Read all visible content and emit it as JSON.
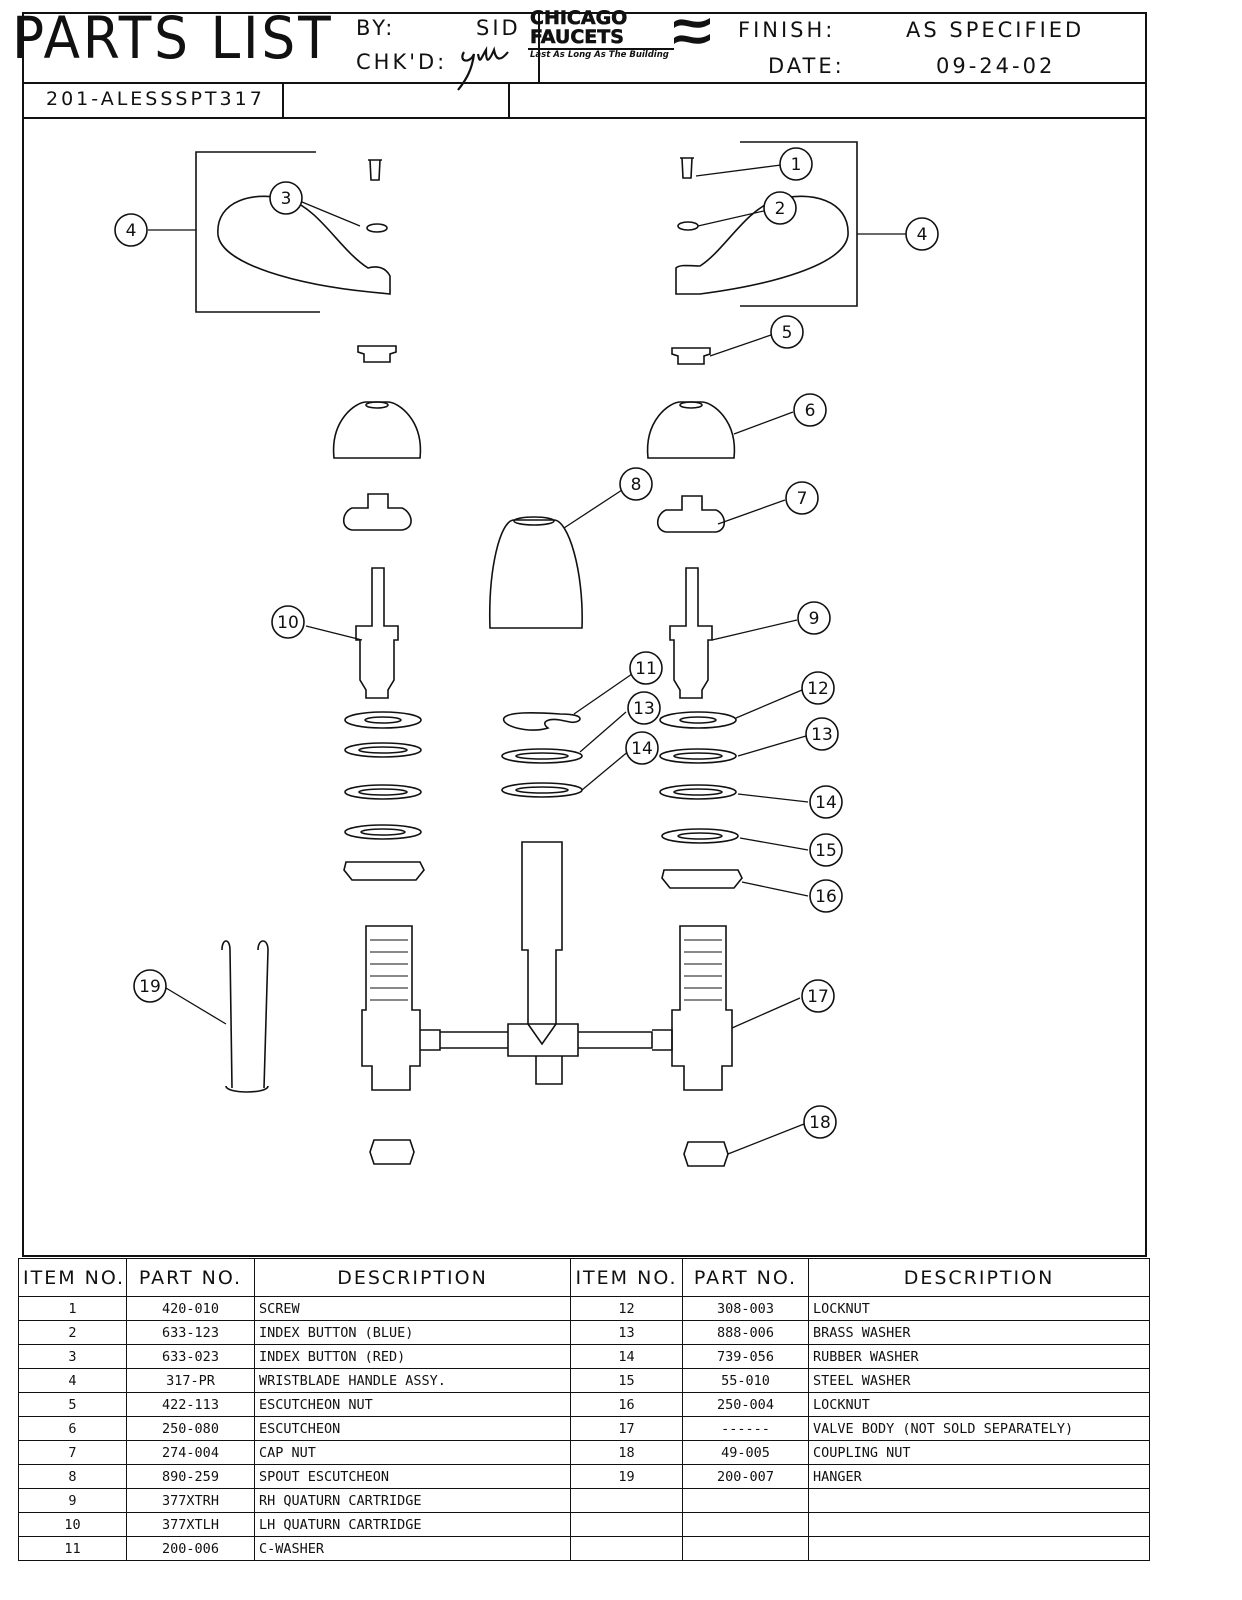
{
  "header": {
    "title": "PARTS LIST",
    "by_label": "BY:",
    "by_value": "SID",
    "chkd_label": "CHK'D:",
    "company_line1": "CHICAGO",
    "company_line2": "FAUCETS",
    "company_tagline": "Last As Long As The Building",
    "finish_label": "FINISH:",
    "finish_value": "AS SPECIFIED",
    "date_label": "DATE:",
    "date_value": "09-24-02",
    "model_number": "201-ALESSSPT317"
  },
  "callouts": [
    "1",
    "2",
    "3",
    "4",
    "4",
    "5",
    "6",
    "7",
    "8",
    "9",
    "10",
    "11",
    "12",
    "13",
    "13",
    "14",
    "14",
    "15",
    "16",
    "17",
    "18",
    "19"
  ],
  "table": {
    "headers": [
      "ITEM NO.",
      "PART NO.",
      "DESCRIPTION",
      "ITEM NO.",
      "PART NO.",
      "DESCRIPTION"
    ],
    "left_rows": [
      {
        "item": "1",
        "part": "420-010",
        "desc": "SCREW"
      },
      {
        "item": "2",
        "part": "633-123",
        "desc": "INDEX BUTTON (BLUE)"
      },
      {
        "item": "3",
        "part": "633-023",
        "desc": "INDEX BUTTON (RED)"
      },
      {
        "item": "4",
        "part": "317-PR",
        "desc": "WRISTBLADE HANDLE ASSY."
      },
      {
        "item": "5",
        "part": "422-113",
        "desc": "ESCUTCHEON NUT"
      },
      {
        "item": "6",
        "part": "250-080",
        "desc": "ESCUTCHEON"
      },
      {
        "item": "7",
        "part": "274-004",
        "desc": "CAP NUT"
      },
      {
        "item": "8",
        "part": "890-259",
        "desc": "SPOUT ESCUTCHEON"
      },
      {
        "item": "9",
        "part": "377XTRH",
        "desc": "RH QUATURN CARTRIDGE"
      },
      {
        "item": "10",
        "part": "377XTLH",
        "desc": "LH QUATURN CARTRIDGE"
      },
      {
        "item": "11",
        "part": "200-006",
        "desc": "C-WASHER"
      }
    ],
    "right_rows": [
      {
        "item": "12",
        "part": "308-003",
        "desc": "LOCKNUT"
      },
      {
        "item": "13",
        "part": "888-006",
        "desc": "BRASS WASHER"
      },
      {
        "item": "14",
        "part": "739-056",
        "desc": "RUBBER WASHER"
      },
      {
        "item": "15",
        "part": "55-010",
        "desc": "STEEL WASHER"
      },
      {
        "item": "16",
        "part": "250-004",
        "desc": "LOCKNUT"
      },
      {
        "item": "17",
        "part": "------",
        "desc": "VALVE BODY (NOT SOLD SEPARATELY)"
      },
      {
        "item": "18",
        "part": "49-005",
        "desc": "COUPLING NUT"
      },
      {
        "item": "19",
        "part": "200-007",
        "desc": "HANGER"
      },
      {
        "item": "",
        "part": "",
        "desc": ""
      },
      {
        "item": "",
        "part": "",
        "desc": ""
      },
      {
        "item": "",
        "part": "",
        "desc": ""
      }
    ]
  }
}
